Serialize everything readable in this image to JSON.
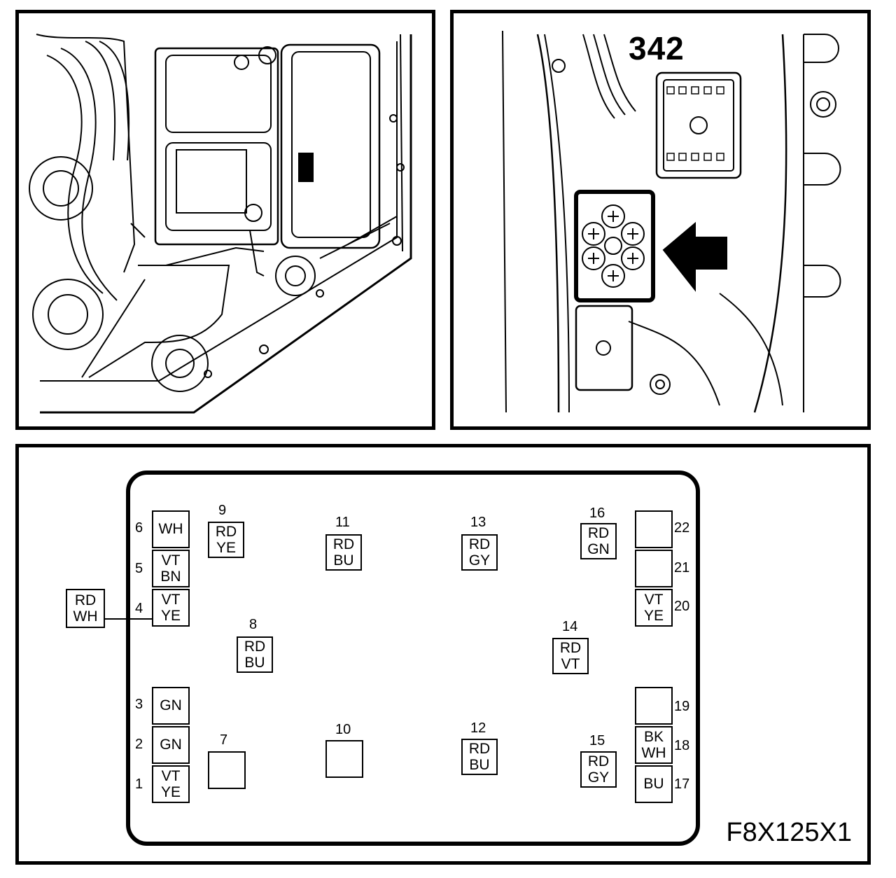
{
  "callout_number": "342",
  "diagram_code": "F8X125X1",
  "pins": [
    {
      "pin": "1",
      "colors": [
        "VT",
        "YE"
      ]
    },
    {
      "pin": "2",
      "colors": [
        "GN"
      ]
    },
    {
      "pin": "3",
      "colors": [
        "GN"
      ]
    },
    {
      "pin": "4",
      "colors": [
        "VT",
        "YE"
      ]
    },
    {
      "pin": "5",
      "colors": [
        "VT",
        "BN"
      ]
    },
    {
      "pin": "6",
      "colors": [
        "WH"
      ]
    },
    {
      "pin": "7",
      "colors": []
    },
    {
      "pin": "8",
      "colors": [
        "RD",
        "BU"
      ]
    },
    {
      "pin": "9",
      "colors": [
        "RD",
        "YE"
      ]
    },
    {
      "pin": "10",
      "colors": []
    },
    {
      "pin": "11",
      "colors": [
        "RD",
        "BU"
      ]
    },
    {
      "pin": "12",
      "colors": [
        "RD",
        "BU"
      ]
    },
    {
      "pin": "13",
      "colors": [
        "RD",
        "GY"
      ]
    },
    {
      "pin": "14",
      "colors": [
        "RD",
        "VT"
      ]
    },
    {
      "pin": "15",
      "colors": [
        "RD",
        "GY"
      ]
    },
    {
      "pin": "16",
      "colors": [
        "RD",
        "GN"
      ]
    },
    {
      "pin": "17",
      "colors": [
        "BU"
      ]
    },
    {
      "pin": "18",
      "colors": [
        "BK",
        "WH"
      ]
    },
    {
      "pin": "19",
      "colors": []
    },
    {
      "pin": "20",
      "colors": [
        "VT",
        "YE"
      ]
    },
    {
      "pin": "21",
      "colors": []
    },
    {
      "pin": "22",
      "colors": []
    }
  ],
  "external_wire": {
    "colors": [
      "RD",
      "WH"
    ],
    "spliced_to_pin": "4"
  }
}
